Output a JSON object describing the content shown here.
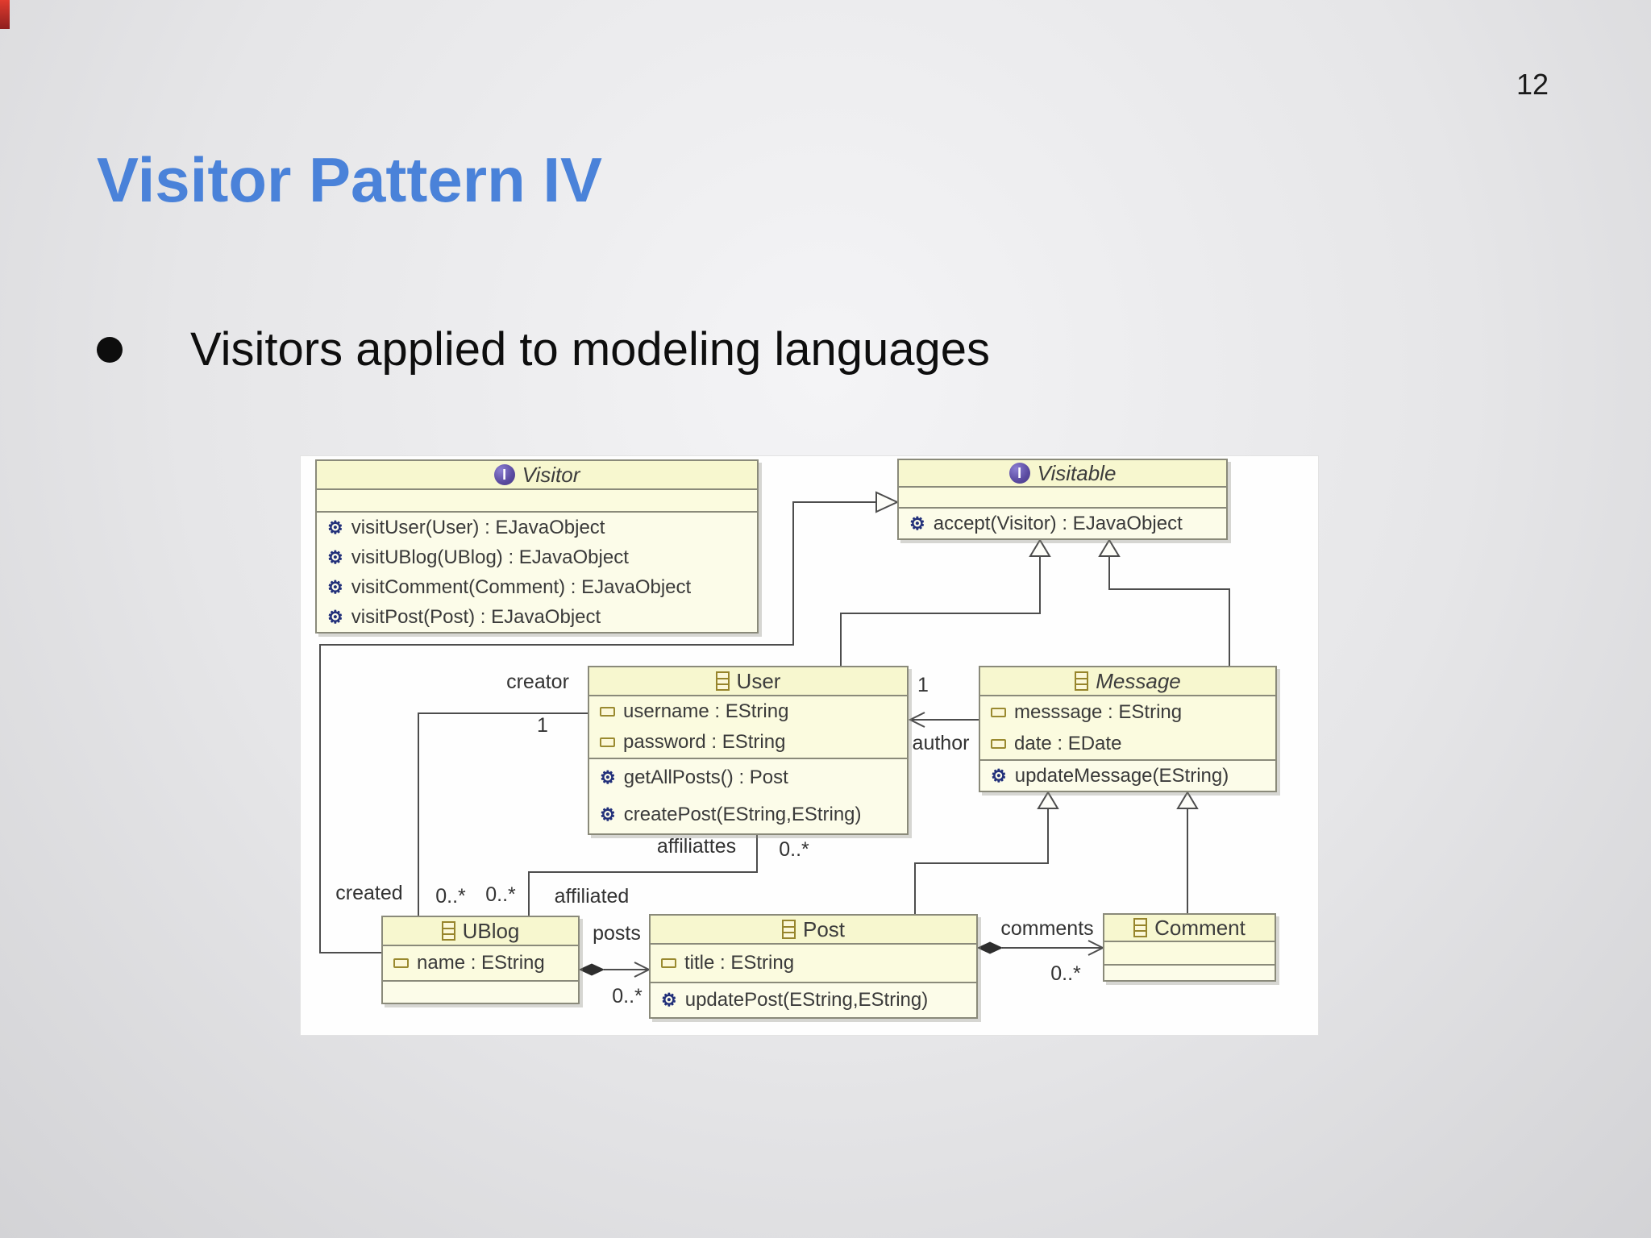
{
  "page": {
    "number": "12"
  },
  "title": "Visitor Pattern IV",
  "bullet": {
    "text": "Visitors applied to modeling languages"
  },
  "diagram": {
    "icons": {
      "interface": "I",
      "operation": "⚙"
    },
    "classes": {
      "visitor": {
        "name": "Visitor",
        "kind": "interface",
        "operations": [
          "visitUser(User) : EJavaObject",
          "visitUBlog(UBlog) : EJavaObject",
          "visitComment(Comment) : EJavaObject",
          "visitPost(Post) : EJavaObject"
        ]
      },
      "visitable": {
        "name": "Visitable",
        "kind": "interface",
        "operations": [
          "accept(Visitor) : EJavaObject"
        ]
      },
      "user": {
        "name": "User",
        "kind": "class",
        "attributes": [
          "username : EString",
          "password : EString"
        ],
        "operations": [
          "getAllPosts() : Post",
          "createPost(EString,EString)"
        ]
      },
      "message": {
        "name": "Message",
        "kind": "abstract-class",
        "attributes": [
          "messsage : EString",
          "date : EDate"
        ],
        "operations": [
          "updateMessage(EString)"
        ]
      },
      "ublog": {
        "name": "UBlog",
        "kind": "class",
        "attributes": [
          "name : EString"
        ],
        "operations": []
      },
      "post": {
        "name": "Post",
        "kind": "class",
        "attributes": [
          "title : EString"
        ],
        "operations": [
          "updatePost(EString,EString)"
        ]
      },
      "comment": {
        "name": "Comment",
        "kind": "class",
        "attributes": [],
        "operations": []
      }
    },
    "associations": {
      "creator": {
        "name": "creator",
        "mult": "1"
      },
      "created": {
        "name": "created",
        "mult": "0..*"
      },
      "author": {
        "name": "author",
        "mult": "1"
      },
      "affiliattes": {
        "name": "affiliattes",
        "mult": "0..*"
      },
      "affiliated": {
        "name": "affiliated",
        "mult": "0..*"
      },
      "posts": {
        "name": "posts",
        "mult": "0..*"
      },
      "comments": {
        "name": "comments",
        "mult": "0..*"
      }
    }
  }
}
